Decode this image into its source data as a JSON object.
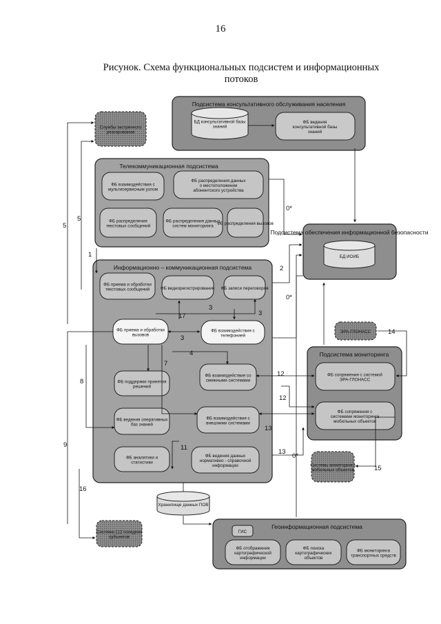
{
  "page_number": "16",
  "title_line1": "Рисунок. Схема функциональных подсистем и информационных",
  "title_line2": "потоков",
  "consult": {
    "header": "Подсистема консультативного обслуживания населения",
    "db": "БД консультативной базы знаний",
    "fb": "ФБ ведения консультативной базы знаний"
  },
  "dispatch": {
    "label": "Службы экстренного реагирования"
  },
  "telecom": {
    "header": "Телекоммуникационная подсистема",
    "fb1": "ФБ взаимодействия с мультисервисным узлом",
    "fb2": "ФБ распределения данных о местоположении абонентского устройства",
    "fb3": "ФБ распределения текстовых сообщений",
    "fb4": "ФБ распределения данных систем мониторинга",
    "fb5": "ФБ распределения вызовов"
  },
  "security": {
    "header": "Подсистема обеспечения информационной безопасности",
    "db": "БД ИОИБ"
  },
  "infocomm": {
    "header": "Информационно – коммуникационная подсистема",
    "fb_text": "ФБ приема и обработки текстовых сообщений",
    "fb_video": "ФБ видеорегистрирования",
    "fb_audio": "ФБ записи переговоров",
    "fb_calls": "ФБ приема и обработки вызовов",
    "fb_phone": "ФБ взаимодействия с телефонией",
    "fb_adj": "ФБ взаимодействия со смежными системами",
    "fb_decision": "ФБ поддержки принятия решений",
    "fb_opbase": "ФБ ведения оперативных баз знаний",
    "fb_external": "ФБ взаимодействия с внешними системами",
    "fb_analytics": "ФБ аналитики и статистики",
    "fb_normative": "ФБ ведения данных нормативно - справочной информации"
  },
  "glonass": {
    "label": "ЭРА-ГЛОНАСС"
  },
  "monitoring": {
    "header": "Подсистема мониторинга",
    "fb1": "ФБ сопряжения с системой ЭРА-ГЛОНАСС",
    "fb2": "ФБ сопряжения с системами мониторинга мобильных объектов"
  },
  "mobile": {
    "label": "Системы мониторинга мобильных объектов"
  },
  "storage": {
    "label": "Хранилище данных ПОВ"
  },
  "sys112": {
    "label": "Система-112 соседних субъектов"
  },
  "geo": {
    "header": "Геоинформационная подсистема",
    "gis": "ГИС",
    "fb1": "ФБ отображения картографической информации",
    "fb2": "ФБ поиска картографических объектов",
    "fb3": "ФБ мониторинга транспортных средств"
  },
  "flows": {
    "n5a": "5",
    "n5b": "5",
    "n1": "1",
    "n0a": "0*",
    "n2": "2",
    "n0b": "0*",
    "n17": "17",
    "n3a": "3",
    "n3b": "3",
    "n3c": "3",
    "n4": "4",
    "n7": "7",
    "n8": "8",
    "n12a": "12",
    "n12b": "12",
    "n13a": "13",
    "n13b": "13",
    "n11": "11",
    "n9": "9",
    "n16": "16",
    "n0c": "0*",
    "n14": "14",
    "n15": "15"
  }
}
